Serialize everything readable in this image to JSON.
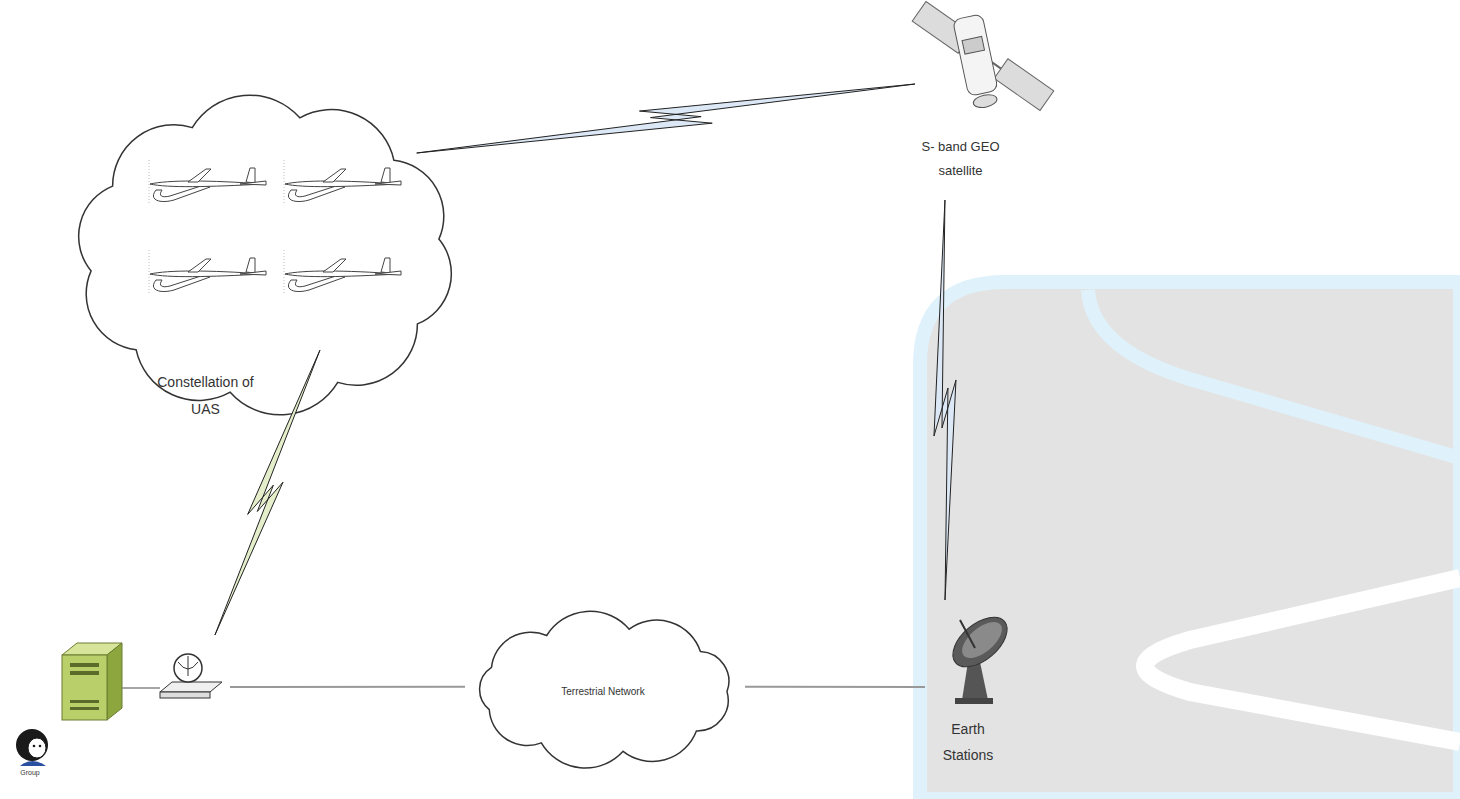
{
  "diagram": {
    "nodes": [
      {
        "text": [
          "Constellation of UAS"
        ]
      },
      {
        "text": [
          "S- band GEO satellite"
        ]
      },
      {
        "text": [
          "Group"
        ]
      },
      {
        "text": [
          "Terrestrial Network"
        ]
      },
      {
        "text": [
          "Earth Stations"
        ]
      }
    ],
    "edges": [
      {
        "from": 0,
        "to": 1,
        "arrow": "none"
      },
      {
        "from": 1,
        "to": 4,
        "arrow": "none"
      },
      {
        "from": 0,
        "to": 2,
        "arrow": "none"
      },
      {
        "from": 2,
        "to": 3,
        "arrow": "none"
      },
      {
        "from": 3,
        "to": 4,
        "arrow": "none"
      }
    ]
  }
}
